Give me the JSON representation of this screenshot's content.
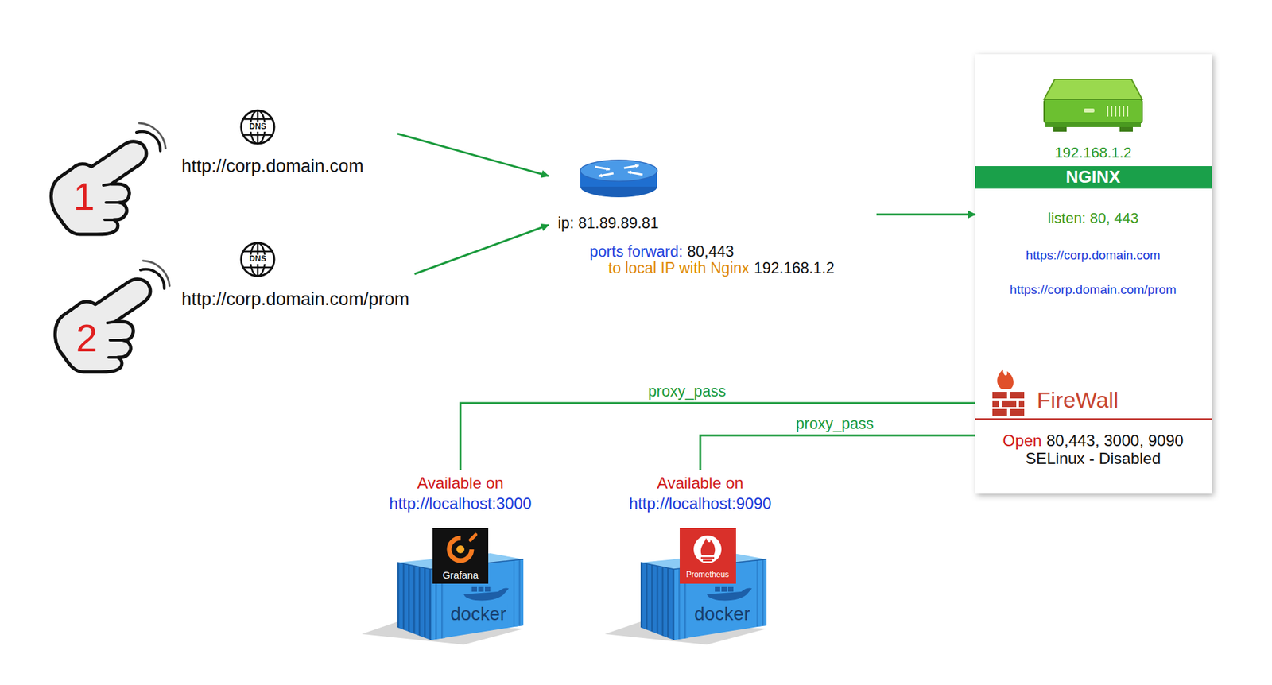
{
  "diagram": {
    "nodes": [
      {
        "text": [
          "1"
        ]
      },
      {
        "text": [
          "DNS",
          "http://corp.domain.com"
        ]
      },
      {
        "text": [
          "2"
        ]
      },
      {
        "text": [
          "DNS",
          "http://corp.domain.com/prom"
        ]
      },
      {
        "text": [
          "ip: 81.89.89.81",
          "ports forward:",
          "80,443",
          "to local IP with Nginx",
          "192.168.1.2"
        ]
      },
      {
        "text": [
          "192.168.1.2",
          "listen: 80, 443",
          "https://corp.domain.com",
          "https://corp.domain.com/prom",
          "FireWall",
          "Open",
          "80,443, 3000, 9090",
          "SELinux - Disabled"
        ]
      },
      {
        "text": [
          "NGINX"
        ],
        "in": 5
      },
      {
        "text": [
          "Available on",
          "http://localhost:3000",
          "docker"
        ]
      },
      {
        "text": [
          "Grafana"
        ],
        "in": 7
      },
      {
        "text": [
          "Available on",
          "http://localhost:9090",
          "docker"
        ]
      },
      {
        "text": [
          "Prometheus"
        ],
        "in": 9
      }
    ],
    "edges": [
      {
        "from": 1,
        "to": 4,
        "arrow": "to"
      },
      {
        "from": 3,
        "to": 4,
        "arrow": "to"
      },
      {
        "from": 4,
        "to": 5,
        "arrow": "to"
      },
      {
        "from": 5,
        "to": 7,
        "arrow": "none",
        "label": "proxy_pass"
      },
      {
        "from": 5,
        "to": 9,
        "arrow": "none",
        "label": "proxy_pass"
      }
    ]
  }
}
